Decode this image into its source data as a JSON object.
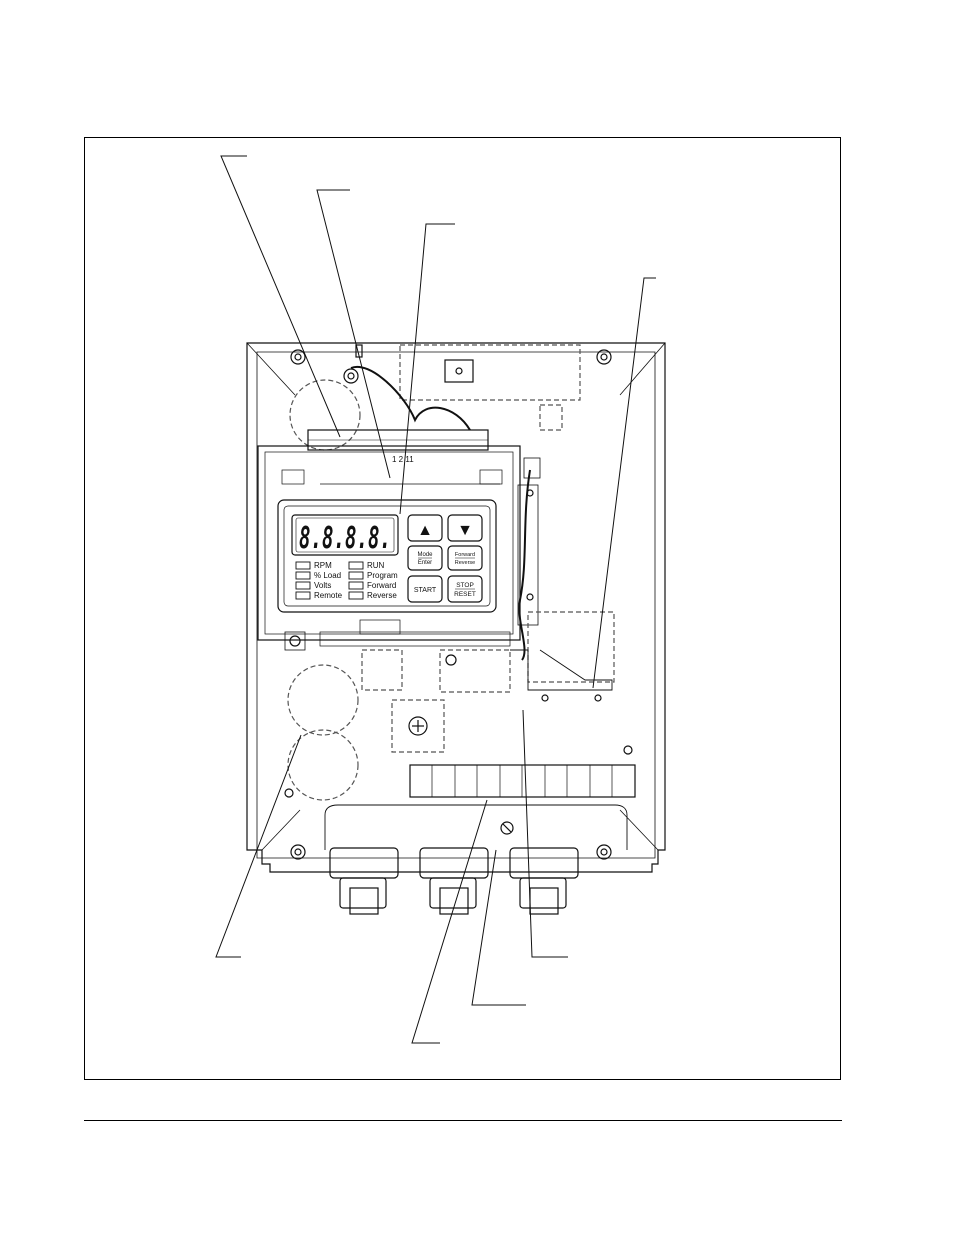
{
  "figure": {
    "terminal_strip_label": "1 2 11",
    "display": {
      "digits": "8.8.8.8.",
      "left_indicators": [
        "RPM",
        "% Load",
        "Volts",
        "Remote"
      ],
      "right_indicators": [
        "RUN",
        "Program",
        "Forward",
        "Reverse"
      ],
      "keys": {
        "up": "▲",
        "down": "▼",
        "mode_top": "Mode",
        "mode_bottom": "Enter",
        "fwdrev_top": "Forward",
        "fwdrev_bottom": "Reverse",
        "start": "START",
        "stop_top": "STOP",
        "stop_bottom": "RESET"
      }
    }
  },
  "colors": {
    "line": "#111111",
    "dashed": "#555555",
    "background": "#ffffff"
  }
}
